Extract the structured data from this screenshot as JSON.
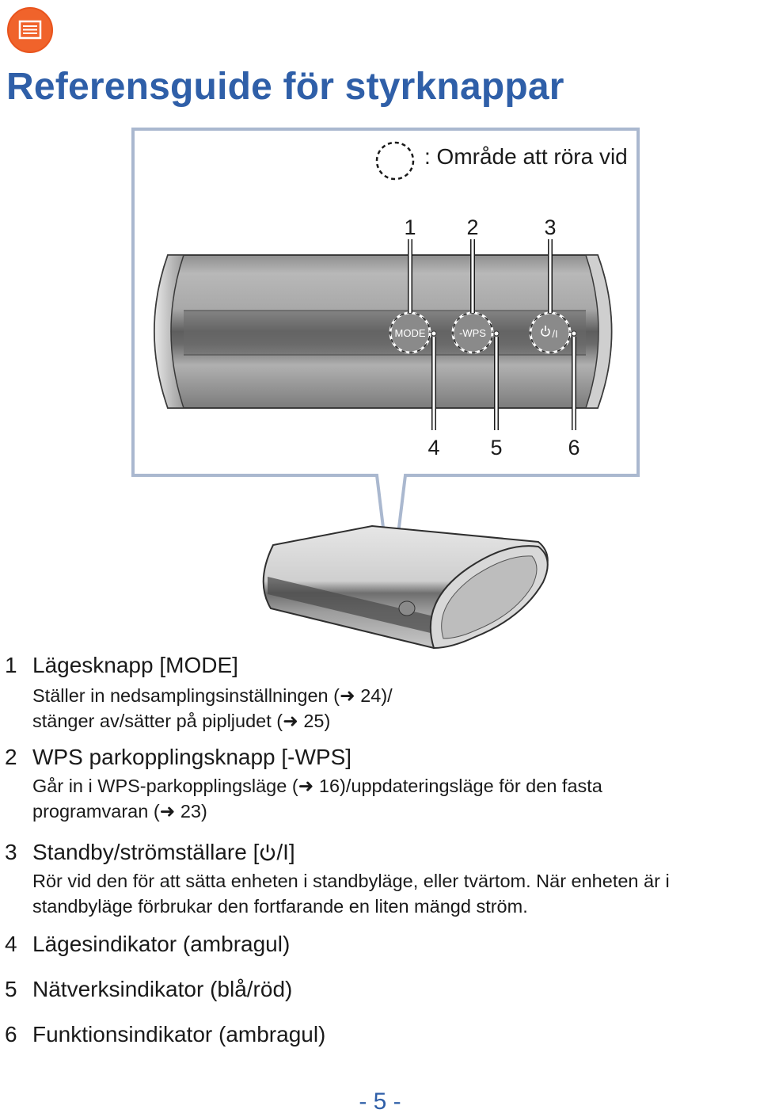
{
  "header": {
    "title": "Referensguide för styrknappar",
    "menu_icon": "menu-list-icon",
    "accent_color": "#2f5fa8",
    "menu_color": "#f0632b"
  },
  "diagram": {
    "legend_label": ": Område att röra vid",
    "buttons": [
      "MODE",
      "-WPS",
      "/I"
    ],
    "top_callouts": [
      "1",
      "2",
      "3"
    ],
    "bottom_callouts": [
      "4",
      "5",
      "6"
    ]
  },
  "items": [
    {
      "num": "1",
      "title": "Lägesknapp [MODE]",
      "lines": [
        "Ställer in nedsamplingsinställningen (➜ 24)/",
        "stänger av/sätter på pipljudet (➜ 25)"
      ]
    },
    {
      "num": "2",
      "title": "WPS parkopplingsknapp [-WPS]",
      "lines": [
        "Går in i WPS-parkopplingsläge (➜ 16)/uppdateringsläge för den fasta",
        "programvaran (➜ 23)"
      ]
    },
    {
      "num": "3",
      "title_prefix": "Standby/strömställare [",
      "title_suffix": "/I]",
      "lines": [
        "Rör vid den för att sätta enheten i standbyläge, eller tvärtom. När enheten är i",
        "standbyläge förbrukar den fortfarande en liten mängd ström."
      ]
    },
    {
      "num": "4",
      "title": "Lägesindikator (ambragul)"
    },
    {
      "num": "5",
      "title": "Nätverksindikator (blå/röd)"
    },
    {
      "num": "6",
      "title": "Funktionsindikator (ambragul)"
    }
  ],
  "footer": {
    "page_number": "- 5 -"
  }
}
